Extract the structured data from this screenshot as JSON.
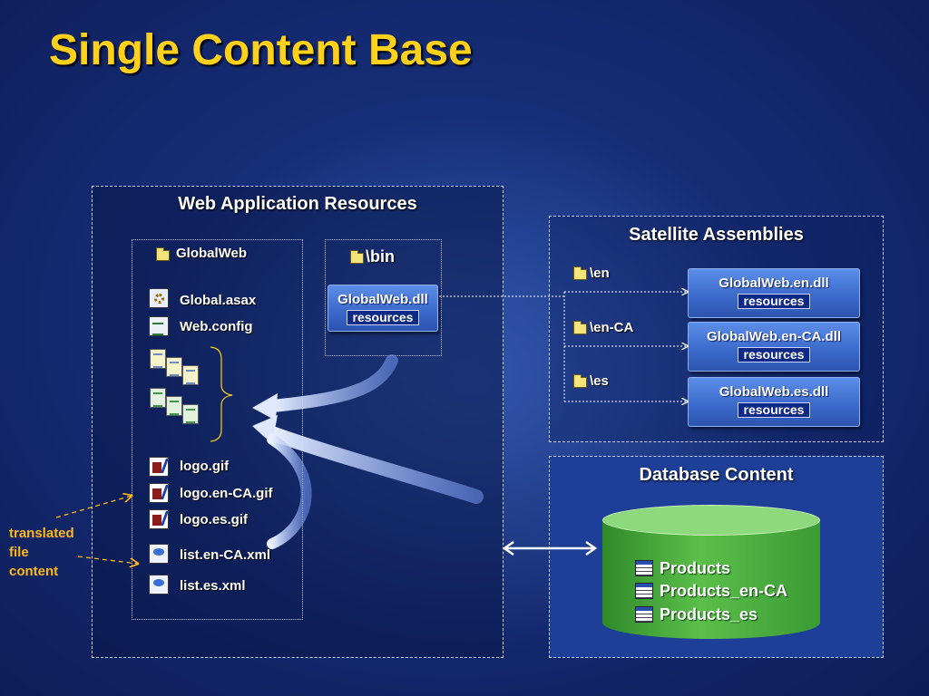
{
  "title": "Single Content Base",
  "web_app": {
    "heading": "Web Application Resources",
    "root_folder": "GlobalWeb",
    "files": {
      "global_asax": "Global.asax",
      "web_config": "Web.config",
      "logo_gif": "logo.gif",
      "logo_en_ca_gif": "logo.en-CA.gif",
      "logo_es_gif": "logo.es.gif",
      "list_en_ca_xml": "list.en-CA.xml",
      "list_es_xml": "list.es.xml"
    },
    "bin_folder": "\\bin",
    "dll_name": "GlobalWeb.dll",
    "dll_resources": "resources"
  },
  "satellite": {
    "heading": "Satellite Assemblies",
    "folders": [
      "\\en",
      "\\en-CA",
      "\\es"
    ],
    "assemblies": [
      {
        "name": "GlobalWeb.en.dll",
        "resources": "resources"
      },
      {
        "name": "GlobalWeb.en-CA.dll",
        "resources": "resources"
      },
      {
        "name": "GlobalWeb.es.dll",
        "resources": "resources"
      }
    ]
  },
  "database": {
    "heading": "Database Content",
    "tables": [
      "Products",
      "Products_en-CA",
      "Products_es"
    ]
  },
  "annotation": {
    "line1": "translated",
    "line2": "file",
    "line3": "content"
  },
  "colors": {
    "title": "#ffd11a",
    "annotation": "#ffb81a",
    "database": "#5cbf4a",
    "dll": "#3a68c9"
  }
}
